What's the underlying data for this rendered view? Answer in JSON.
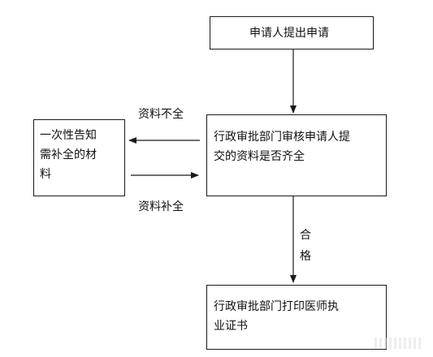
{
  "diagram": {
    "nodes": {
      "apply": {
        "text": "申请人提出申请"
      },
      "review": {
        "text": "行政审批部门审核申请人提\n交的资料是否齐全"
      },
      "notify": {
        "text": "一次性告知\n需补全的材\n料"
      },
      "print": {
        "text": "行政审批部门打印医师执\n业证书"
      }
    },
    "edges": {
      "incomplete": {
        "label": "资料不全"
      },
      "supplemented": {
        "label": "资料补全"
      },
      "qualified": {
        "label": "合\n格"
      }
    }
  }
}
